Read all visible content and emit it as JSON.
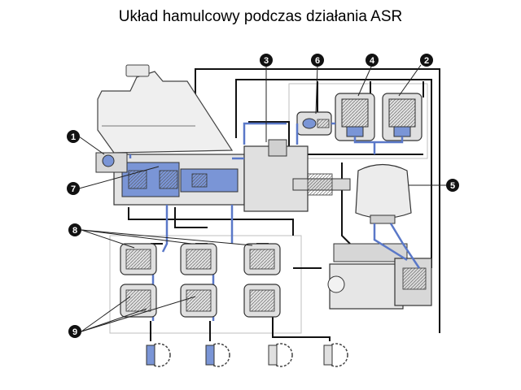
{
  "title": "Układ hamulcowy podczas działania ASR",
  "callouts": {
    "c1": "1",
    "c2": "2",
    "c3": "3",
    "c4": "4",
    "c5": "5",
    "c6": "6",
    "c7": "7",
    "c8": "8",
    "c9": "9"
  },
  "colors": {
    "pressure_line": "#5a78c8",
    "hydraulic_fill": "#7a95d6",
    "return_line": "#111111",
    "housing": "#e6e6e6",
    "frame": "#bfbfbf"
  }
}
